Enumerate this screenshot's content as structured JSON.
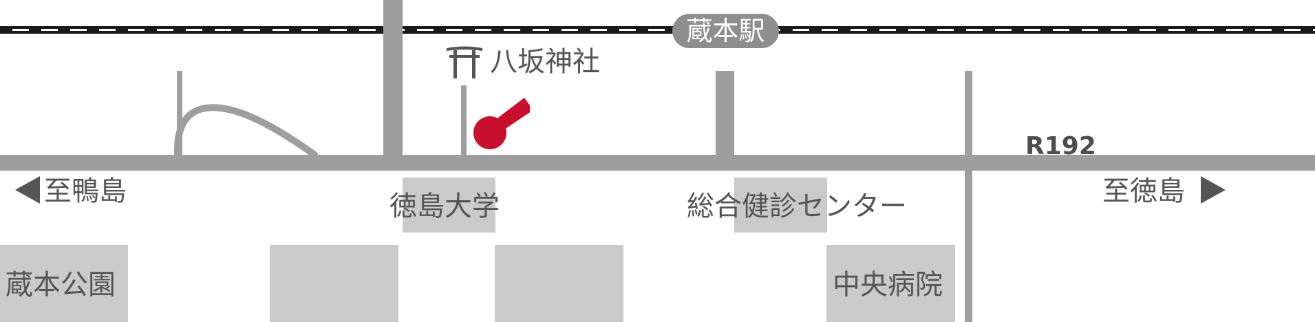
{
  "colors": {
    "road": "#9e9e9e",
    "block": "#cacaca",
    "text": "#555555",
    "railway": "#1a1a1a",
    "station_badge": "#8e8e8e",
    "marker": "#c8102e"
  },
  "railway": {
    "station_label": "蔵本駅"
  },
  "road": {
    "route_number": "R192",
    "direction_west": "至鴨島",
    "direction_east": "至徳島"
  },
  "landmarks": {
    "shrine": {
      "icon": "torii-icon",
      "label": "八坂神社"
    },
    "university": "徳島大学",
    "health_center": "総合健診センター",
    "park": "蔵本公園",
    "hospital": "中央病院"
  },
  "marker": {
    "icon": "location-pin-icon"
  }
}
